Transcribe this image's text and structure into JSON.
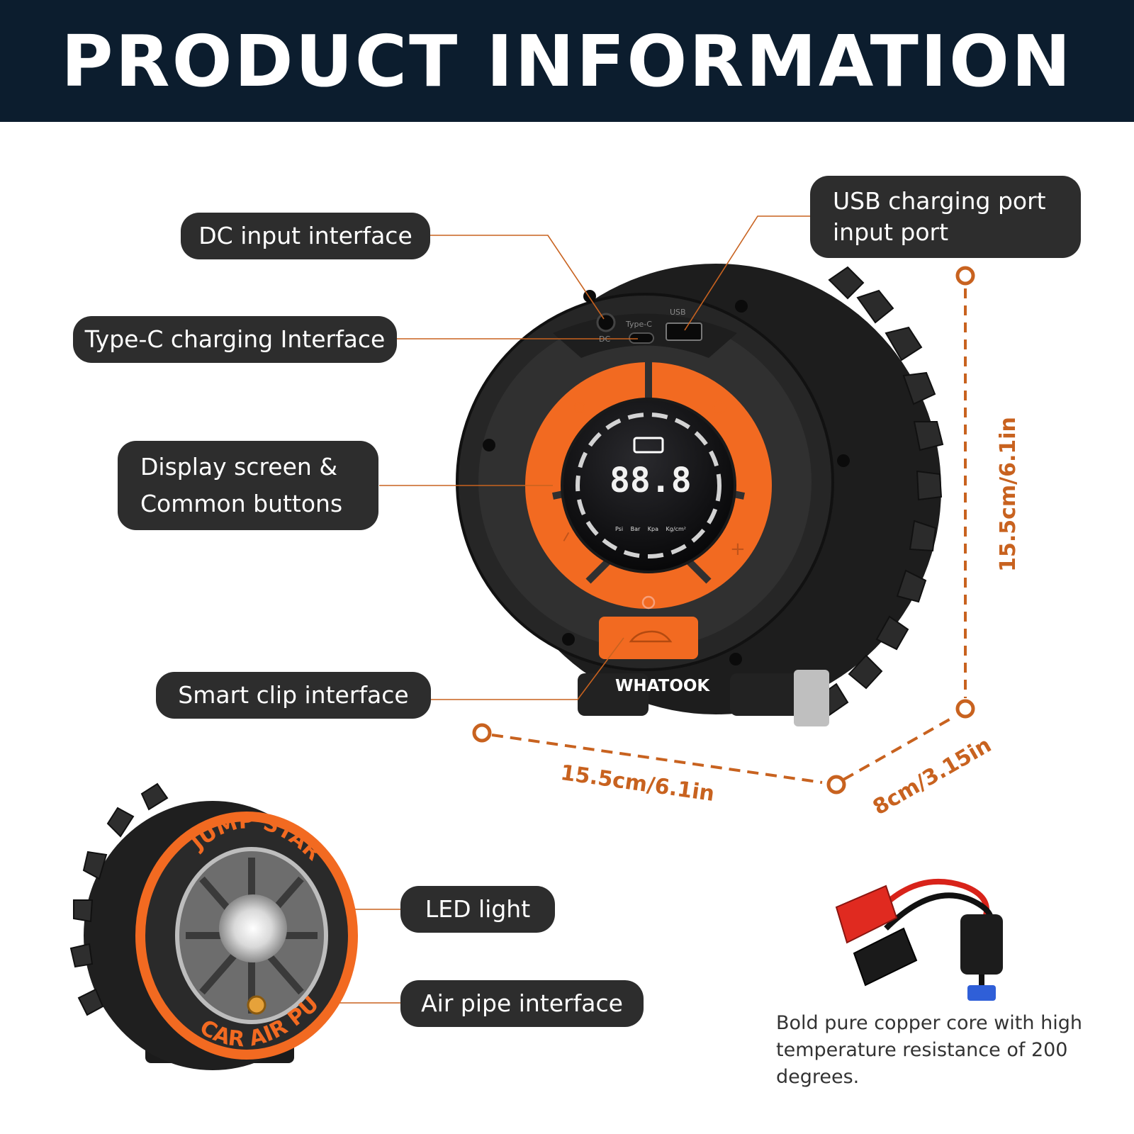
{
  "header": {
    "title": "PRODUCT INFORMATION"
  },
  "callouts": {
    "dc_input": "DC input interface",
    "type_c": "Type-C charging Interface",
    "display": [
      "Display screen &",
      "Common buttons"
    ],
    "smart_clip": "Smart clip interface",
    "usb": [
      "USB charging port",
      "input port"
    ],
    "led": "LED light",
    "air_pipe": "Air pipe interface"
  },
  "dimensions": {
    "height": "15.5cm/6.1in",
    "width": "15.5cm/6.1in",
    "depth": "8cm/3.15in"
  },
  "device": {
    "brand": "WHATOOK",
    "port_labels": {
      "dc": "DC",
      "type_c": "Type-C",
      "usb": "USB"
    },
    "display_digits": "88.8",
    "units": [
      "Psi",
      "Bar",
      "Kpa",
      "Kg/cm²"
    ],
    "button_signs": {
      "minus": "−",
      "plus": "+"
    }
  },
  "side_view": {
    "top_text": "JUMP STARTER",
    "bottom_text": "CAR AIR PUMP"
  },
  "cable_note": "Bold pure copper core with high temperature resistance of 200 degrees.",
  "colors": {
    "header_bg": "#0c1d2e",
    "pill_bg": "#2d2d2d",
    "accent": "#f26a21",
    "dimension": "#c8621f"
  }
}
